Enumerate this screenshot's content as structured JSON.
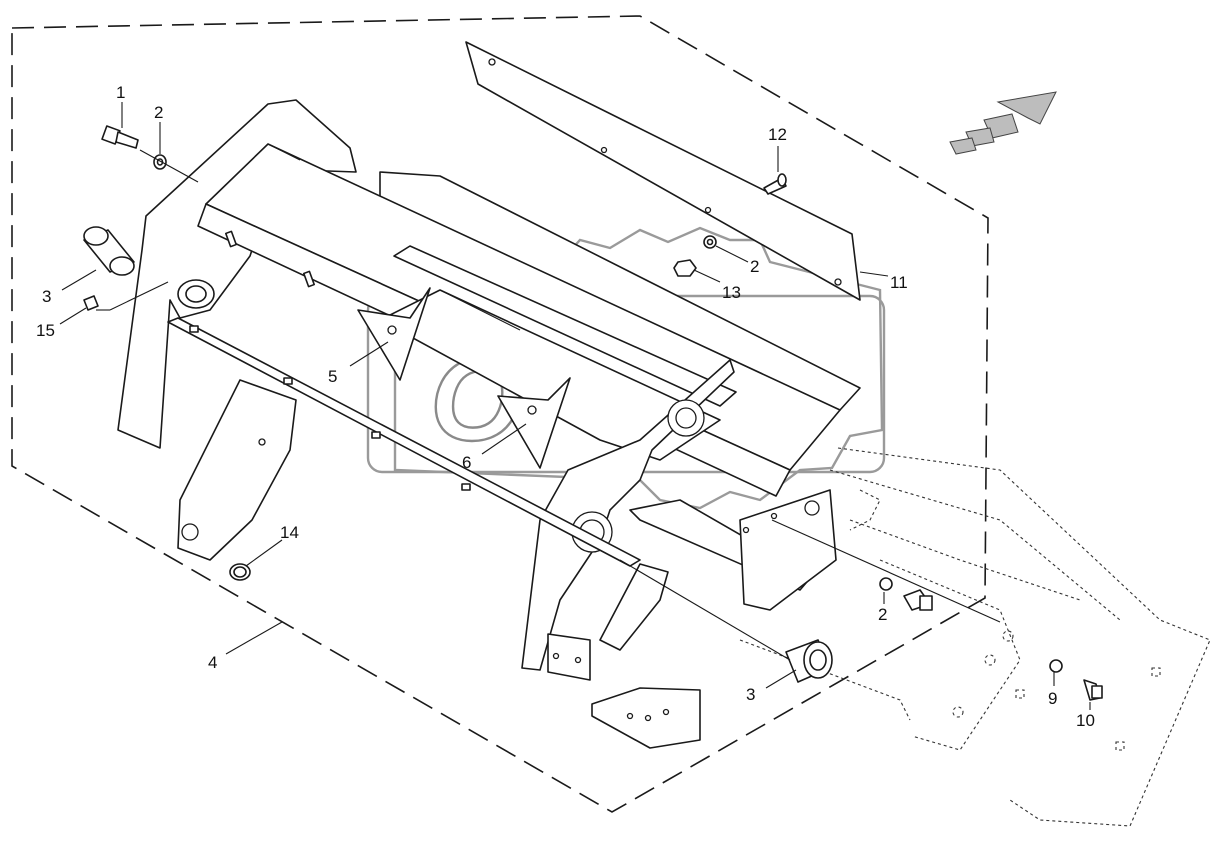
{
  "callouts": [
    {
      "id": "c1",
      "text": "1"
    },
    {
      "id": "c2a",
      "text": "2"
    },
    {
      "id": "c3a",
      "text": "3"
    },
    {
      "id": "c15",
      "text": "15"
    },
    {
      "id": "c5",
      "text": "5"
    },
    {
      "id": "c6",
      "text": "6"
    },
    {
      "id": "c12",
      "text": "12"
    },
    {
      "id": "c2b",
      "text": "2"
    },
    {
      "id": "c13",
      "text": "13"
    },
    {
      "id": "c11",
      "text": "11"
    },
    {
      "id": "c14",
      "text": "14"
    },
    {
      "id": "c4",
      "text": "4"
    },
    {
      "id": "c2c",
      "text": "2"
    },
    {
      "id": "c3b",
      "text": "3"
    },
    {
      "id": "c9",
      "text": "9"
    },
    {
      "id": "c10",
      "text": "10"
    }
  ],
  "watermark": {
    "text": "OPEX"
  },
  "colors": {
    "line": "#1a1a1a",
    "watermark": "#9a9a9a",
    "arrow": "#bdbdbd"
  },
  "icons": {
    "direction": "direction-arrow-icon"
  }
}
